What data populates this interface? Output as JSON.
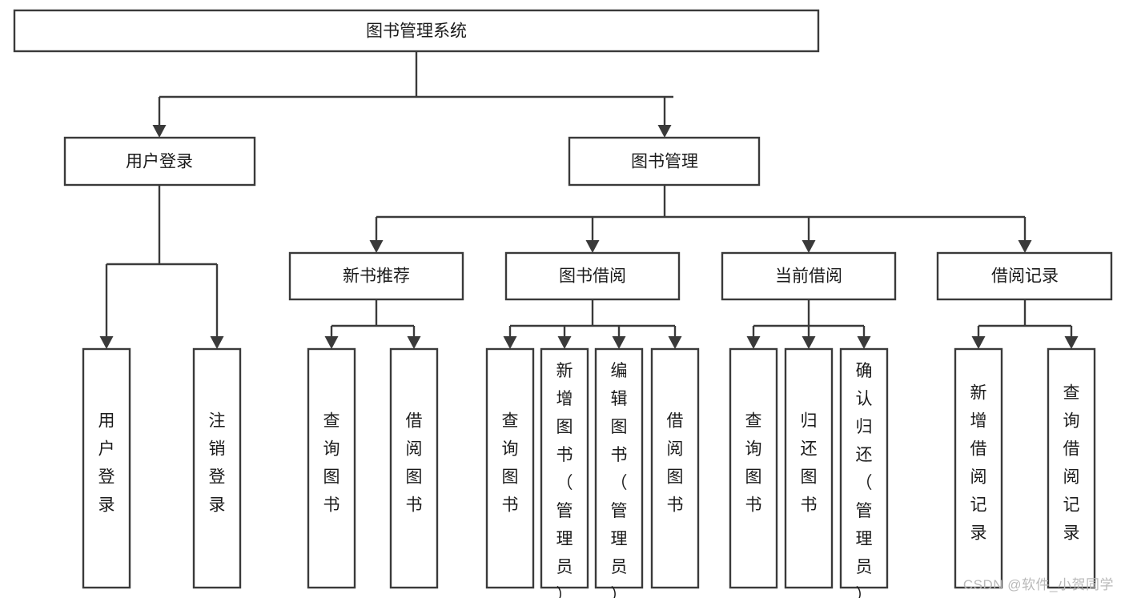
{
  "diagram": {
    "type": "tree",
    "title": "图书管理系统",
    "orientation": "top-down",
    "edge_style": "orthogonal-arrow",
    "colors": {
      "box_stroke": "#3a3a3a",
      "box_fill": "#ffffff",
      "text": "#1b1b1b",
      "background": "#ffffff",
      "watermark": "#b9b9b9"
    },
    "root": {
      "label": "图书管理系统"
    },
    "level2": [
      {
        "label": "用户登录"
      },
      {
        "label": "图书管理"
      }
    ],
    "level3": [
      {
        "label": "新书推荐"
      },
      {
        "label": "图书借阅"
      },
      {
        "label": "当前借阅"
      },
      {
        "label": "借阅记录"
      }
    ],
    "leaves": {
      "user_login": [
        {
          "label": "用户登录"
        },
        {
          "label": "注销登录"
        }
      ],
      "new_book_recommend": [
        {
          "label": "查询图书"
        },
        {
          "label": "借阅图书"
        }
      ],
      "book_borrow": [
        {
          "label": "查询图书"
        },
        {
          "label": "新增图书（管理员）"
        },
        {
          "label": "编辑图书（管理员）"
        },
        {
          "label": "借阅图书"
        }
      ],
      "current_borrow": [
        {
          "label": "查询图书"
        },
        {
          "label": "归还图书"
        },
        {
          "label": "确认归还（管理员）"
        }
      ],
      "borrow_record": [
        {
          "label": "新增借阅记录"
        },
        {
          "label": "查询借阅记录"
        }
      ]
    }
  },
  "watermark": {
    "text": "CSDN @软件_小贺同学"
  }
}
